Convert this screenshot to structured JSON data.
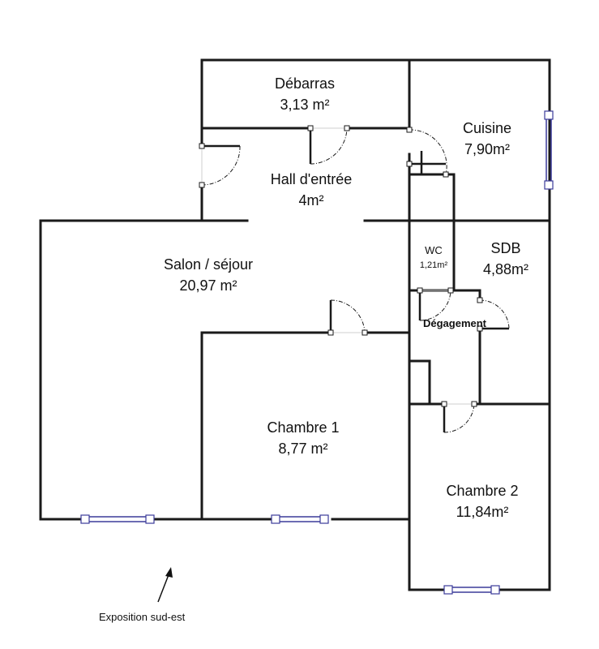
{
  "rooms": {
    "debarras": {
      "name": "Débarras",
      "area": "3,13 m²"
    },
    "cuisine": {
      "name": "Cuisine",
      "area": "7,90m²"
    },
    "hall": {
      "name": "Hall d'entrée",
      "area": "4m²"
    },
    "salon": {
      "name": "Salon / séjour",
      "area": "20,97 m²"
    },
    "wc": {
      "name": "WC",
      "area": "1,21m²"
    },
    "sdb": {
      "name": "SDB",
      "area": "4,88m²"
    },
    "degagement": {
      "name": "Dégagement"
    },
    "chambre1": {
      "name": "Chambre 1",
      "area": "8,77 m²"
    },
    "chambre2": {
      "name": "Chambre 2",
      "area": "11,84m²"
    }
  },
  "orientation": {
    "label": "Exposition sud-est"
  },
  "colors": {
    "wall": "#1a1a1a",
    "window": "#3b3b9a",
    "background": "#ffffff"
  }
}
